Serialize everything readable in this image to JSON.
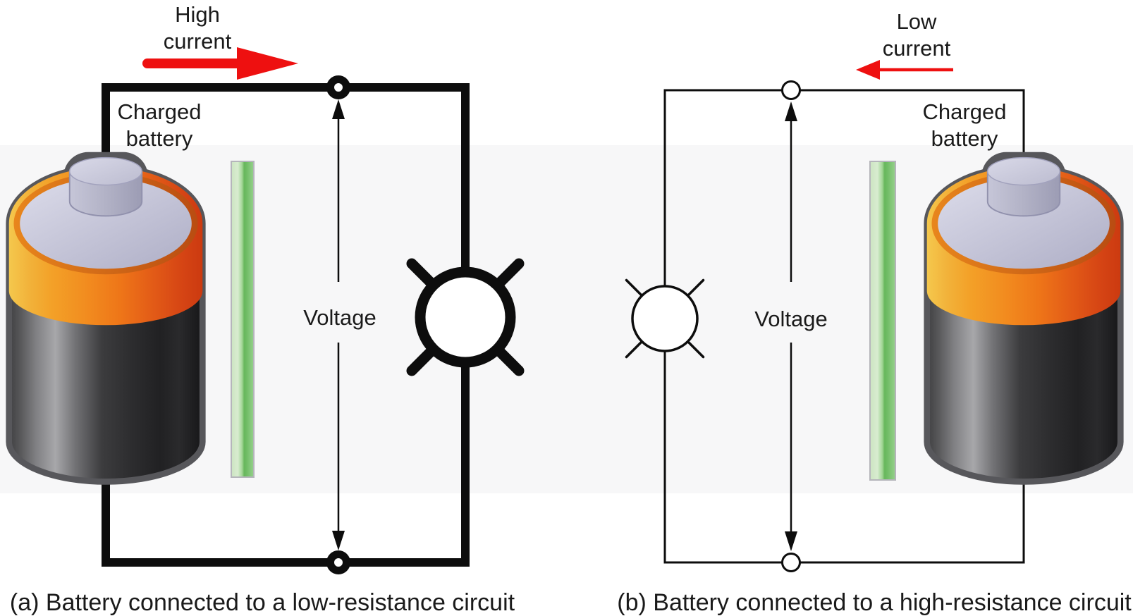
{
  "figure": {
    "panel_a": {
      "current_label": "High current",
      "battery_label": "Charged battery",
      "voltage_label": "Voltage",
      "caption": "(a) Battery connected to a low-resistance circuit"
    },
    "panel_b": {
      "current_label": "Low current",
      "battery_label": "Charged battery",
      "voltage_label": "Voltage",
      "caption": "(b) Battery connected to a high-resistance circuit"
    },
    "colors": {
      "wire": "#0d0d0d",
      "arrow_red": "#ee1010",
      "text": "#1a1a1a",
      "background_band": "#f7f7f8",
      "green_bar_light": "#cde5c3",
      "green_bar_dark": "#67b75c",
      "battery_orange": "#f28c1f",
      "battery_body_dark": "#2e2e30",
      "battery_cap_lavender": "#c3c3d6"
    }
  }
}
